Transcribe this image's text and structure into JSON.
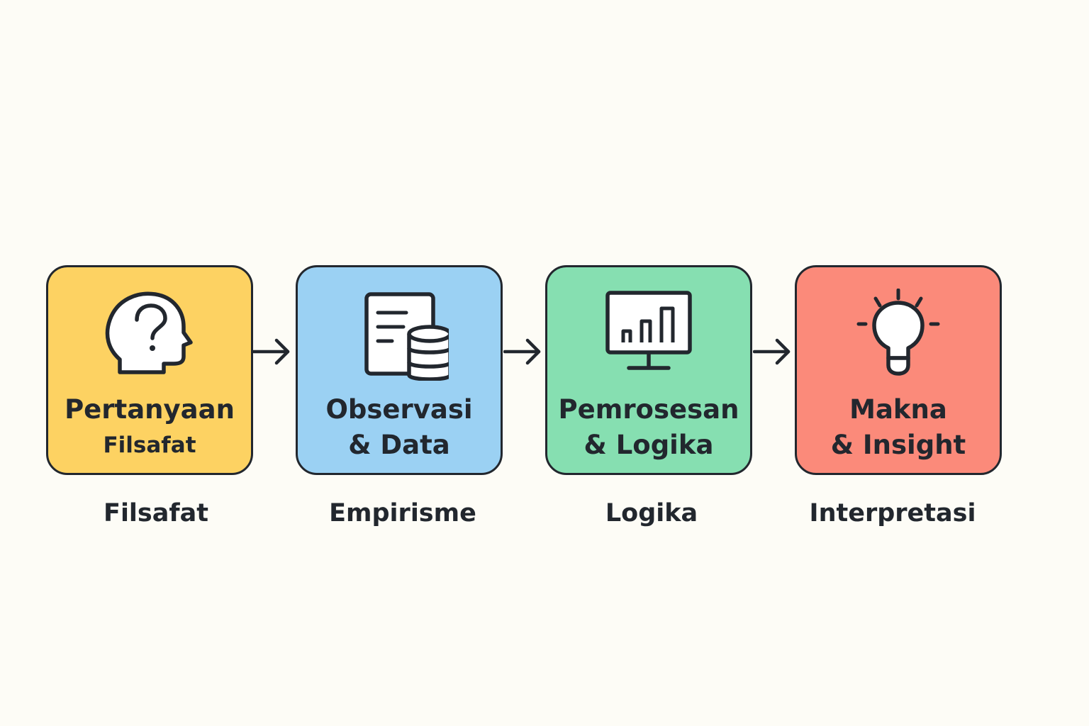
{
  "steps": [
    {
      "title_line1": "Pertanyaan",
      "title_line2": "Filsafat",
      "caption": "Filsafat",
      "icon": "head-question-icon",
      "color": "#fdd262"
    },
    {
      "title_line1": "Observasi",
      "title_line2": "& Data",
      "caption": "Empirisme",
      "icon": "document-database-icon",
      "color": "#9bd1f3"
    },
    {
      "title_line1": "Pemrosesan",
      "title_line2": "& Logika",
      "caption": "Logika",
      "icon": "monitor-chart-icon",
      "color": "#86dfb1"
    },
    {
      "title_line1": "Makna",
      "title_line2": "& Insight",
      "caption": "Interpretasi",
      "icon": "lightbulb-icon",
      "color": "#fb8a7a"
    }
  ],
  "colors": {
    "background": "#fdfcf6",
    "stroke": "#22272e"
  }
}
